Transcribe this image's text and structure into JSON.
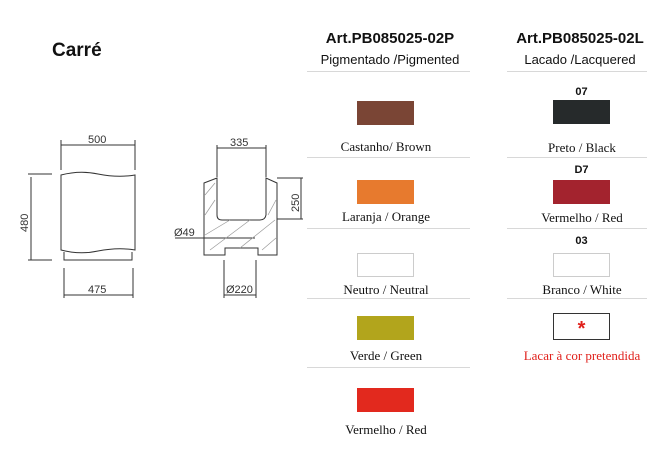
{
  "title": "Carré",
  "drawing": {
    "width_top": "500",
    "height": "480",
    "width_bottom": "475",
    "inner_width": "335",
    "inner_depth": "250",
    "drain_diameter": "Ø49",
    "base_diameter": "Ø220"
  },
  "pigmented": {
    "article": "Art.PB085025-02P",
    "subtitle": "Pigmentado /Pigmented",
    "colors": [
      {
        "label": "Castanho/ Brown",
        "hex": "#7a4535"
      },
      {
        "label": "Laranja / Orange",
        "hex": "#e77a2e"
      },
      {
        "label": "Neutro / Neutral",
        "hex": "#ffffff"
      },
      {
        "label": "Verde / Green",
        "hex": "#b2a51c"
      },
      {
        "label": "Vermelho / Red",
        "hex": "#e2291e"
      }
    ]
  },
  "lacquered": {
    "article": "Art.PB085025-02L",
    "subtitle": "Lacado /Lacquered",
    "colors": [
      {
        "code": "07",
        "label": "Preto / Black",
        "hex": "#262a2b"
      },
      {
        "code": "D7",
        "label": "Vermelho /  Red",
        "hex": "#a3232e"
      },
      {
        "code": "03",
        "label": "Branco /  White",
        "hex": "#ffffff"
      }
    ],
    "custom": {
      "symbol": "*",
      "label": "Lacar à cor pretendida",
      "color": "#e0201b"
    }
  }
}
